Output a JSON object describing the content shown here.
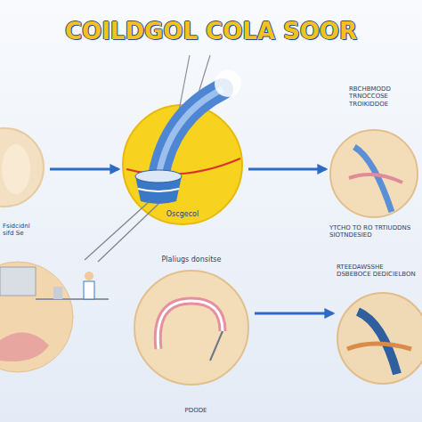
{
  "diagram": {
    "title": "COILDGOL COLA SOOR",
    "nodes": [
      {
        "text": [
          "Fsidcidnl sifd Se"
        ]
      },
      {
        "text": [
          "Oscgecol"
        ]
      },
      {
        "text": [
          "RBCHBMODD TRNOCCOSE TROIKIDDOE",
          "YTCHO TO RO TRTIUDDNS SIOTNDESIED"
        ]
      },
      {
        "text": [
          "Plaliugs donsitse",
          "PDODE"
        ]
      },
      {
        "text": [
          "RTEEDAWSSHE DSBEBOCE DEDICIELBON"
        ]
      }
    ],
    "edges": [
      {
        "from": 0,
        "to": 1,
        "arrow": "to"
      },
      {
        "from": 1,
        "to": 2,
        "arrow": "to"
      },
      {
        "from": 3,
        "to": 4,
        "arrow": "to"
      }
    ]
  }
}
